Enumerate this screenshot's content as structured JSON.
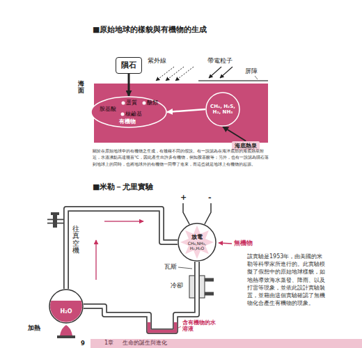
{
  "diagram": {
    "title": "■原始地球的樣貌與有機物的生成",
    "nodes": [
      {
        "text": [
          "隕石"
        ]
      },
      {
        "text": [
          "蛋質",
          "醣類",
          "胺基酸",
          "核鹼基",
          "有機物"
        ]
      },
      {
        "text": [
          "CH₄, H₂S, H₂, NH₃"
        ]
      },
      {
        "text": [
          "海底熱泉"
        ]
      },
      {
        "text": [
          "放電",
          "CH₄,NH₃, H₂,H₂O"
        ]
      },
      {
        "text": [
          "H₂O"
        ]
      }
    ],
    "edges": [
      {
        "from": 0,
        "to": 1,
        "arrow": "to"
      },
      {
        "from": 2,
        "to": 1,
        "arrow": "to"
      },
      {
        "from": 3,
        "to": 2,
        "arrow": "to"
      },
      {
        "from": 5,
        "to": 4,
        "arrow": "none"
      },
      {
        "from": 4,
        "to": 5,
        "arrow": "none"
      }
    ],
    "labels": [
      "紫外線",
      "帶電粒子",
      "屏障",
      "海面",
      "關於在原始地球中的有機物之生成，有幾種不同的假說。有一說認為在海洋底部的海底熱泉附近，水溫沸點高達幾百℃，因此產生出許多有機物，例如胺基酸等；另外，也有一說認為隕石落到地球上的同時，也將地球外的有機物一同帶了進來，而這些就是地球上有機物的起源。",
      "■米勒－尤里實驗",
      "+",
      "-",
      "往真空機",
      "瓦斯",
      "冷卻",
      "無機物",
      "該實驗是1953年，由美國的米勒等科學家所進行的。此實驗模擬了假想中的原始地球樣貌，如地熱導致海水蒸發、降雨、以及打雷等現象，並依此設計實驗裝置，並藉由這個實驗確認了無機物化合產生有機物的現象。",
      "含有機物的水溶液",
      "加熱",
      "9",
      "1章",
      "生命的誕生與進化"
    ]
  }
}
